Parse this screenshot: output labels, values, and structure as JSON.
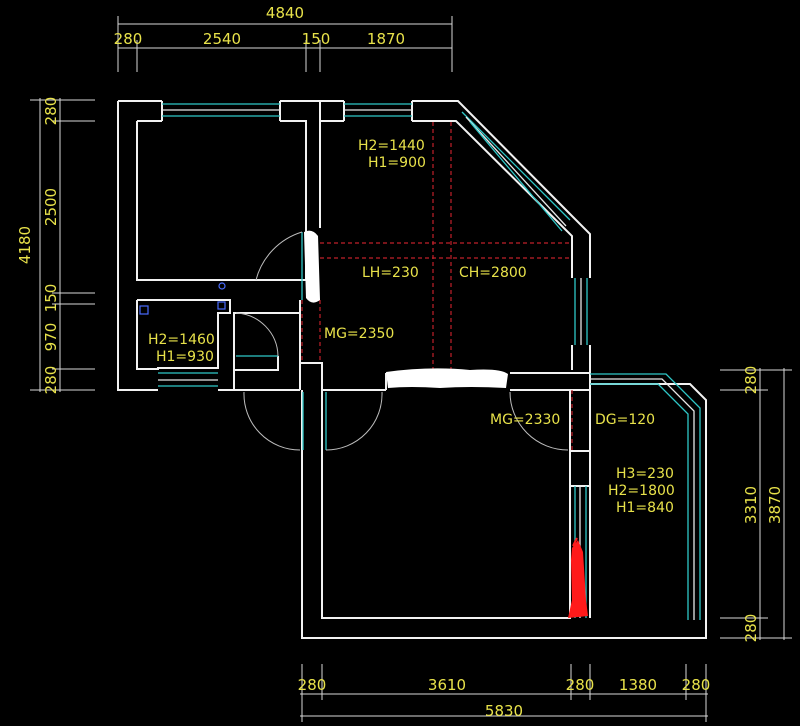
{
  "dimensions": {
    "top_total": "4840",
    "top_280": "280",
    "top_2540": "2540",
    "top_150": "150",
    "top_1870": "1870",
    "left_total": "4180",
    "left_280_top": "280",
    "left_2500": "2500",
    "left_150": "150",
    "left_970": "970",
    "left_280_bottom": "280",
    "right_280_top": "280",
    "right_3310": "3310",
    "right_3870": "3870",
    "right_280_bottom": "280",
    "bottom_280_a": "280",
    "bottom_3610": "3610",
    "bottom_280_b": "280",
    "bottom_1380": "1380",
    "bottom_280_c": "280",
    "bottom_total": "5830"
  },
  "annotations": {
    "living_h2": "H2=1440",
    "living_h1": "H1=900",
    "lh": "LH=230",
    "ch": "CH=2800",
    "mg_2350": "MG=2350",
    "small_h2": "H2=1460",
    "small_h1": "H1=930",
    "mg_2330": "MG=2330",
    "dg": "DG=120",
    "balcony_h3": "H3=230",
    "balcony_h2": "H2=1800",
    "balcony_h1": "H1=840"
  },
  "colors": {
    "background": "#000000",
    "dimension_text": "#e8e24a",
    "wall": "#f2f2f2",
    "window": "#2fc8c8",
    "red_dash": "#c0202a",
    "mark_red": "#ff1a1a"
  }
}
